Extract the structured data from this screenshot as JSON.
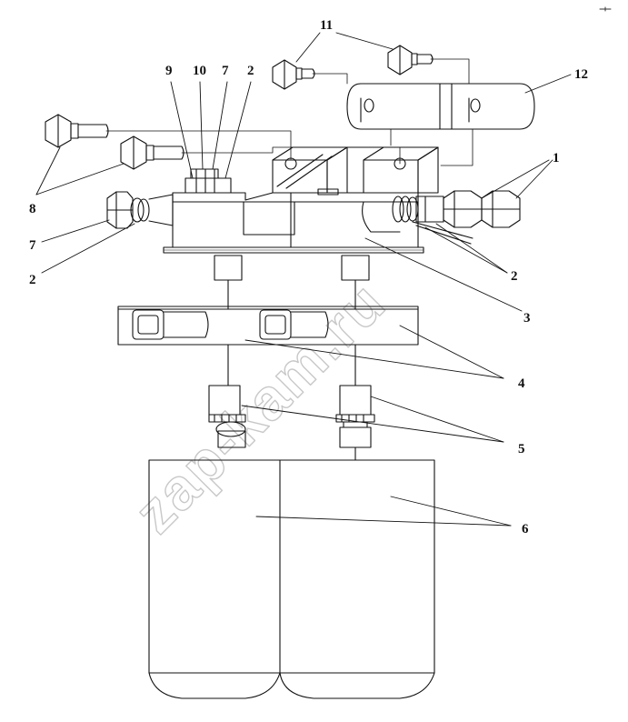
{
  "diagram": {
    "callouts": [
      "11",
      "12",
      "9",
      "10",
      "7",
      "2",
      "1",
      "8",
      "7",
      "2",
      "2",
      "3",
      "4",
      "5",
      "6"
    ],
    "watermark": "zap-kam.ru"
  },
  "colors": {
    "line": "#111111",
    "watermark": "#c8c8c8",
    "background": "#ffffff"
  }
}
